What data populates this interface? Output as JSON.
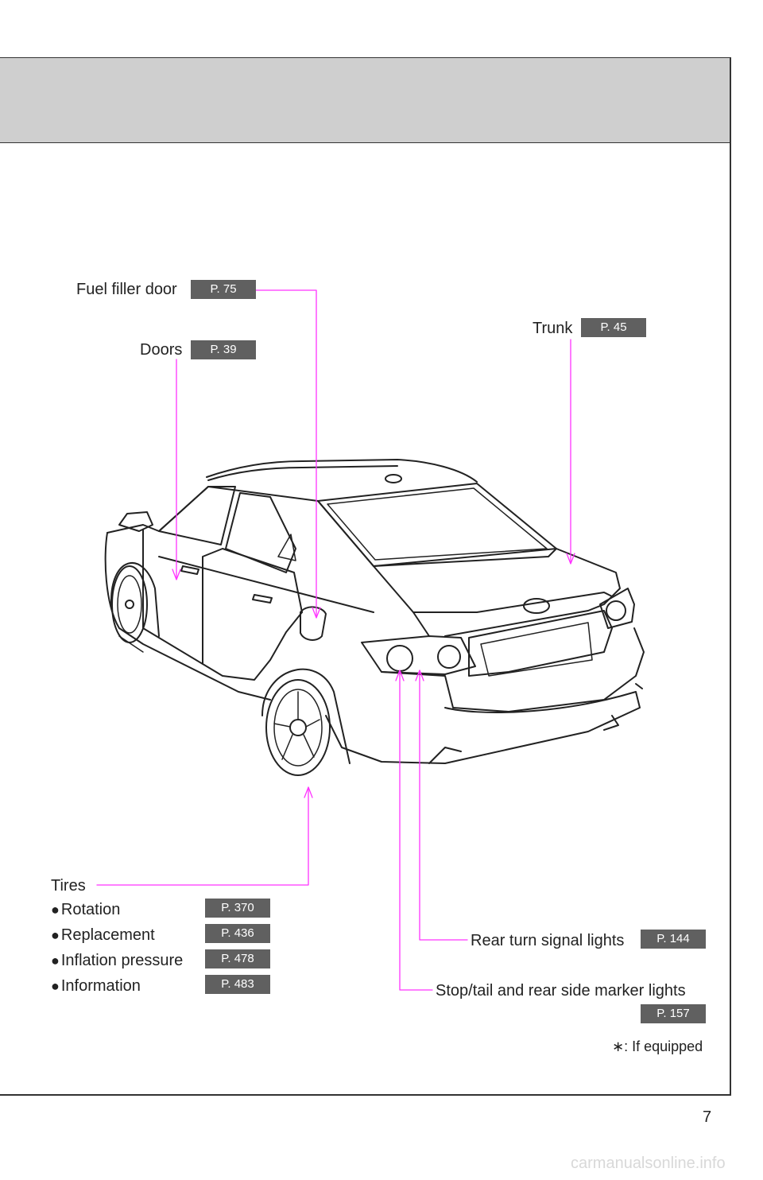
{
  "callouts": {
    "fuel": {
      "label": "Fuel filler door",
      "page": "P. 75"
    },
    "doors": {
      "label": "Doors",
      "page": "P. 39"
    },
    "trunk": {
      "label": "Trunk",
      "page": "P. 45"
    },
    "tires": {
      "label": "Tires"
    },
    "rotation": {
      "label": "Rotation",
      "page": "P. 370"
    },
    "replacement": {
      "label": "Replacement",
      "page": "P. 436"
    },
    "inflation": {
      "label": "Inflation pressure",
      "page": "P. 478"
    },
    "information": {
      "label": "Information",
      "page": "P. 483"
    },
    "rear_turn": {
      "label": "Rear turn signal lights",
      "page": "P. 144"
    },
    "stop_tail": {
      "label": "Stop/tail and rear side marker lights",
      "page": "P. 157"
    }
  },
  "bullet_symbol": "●",
  "footnote": "∗: If equipped",
  "page_number": "7",
  "watermark": "carmanualsonline.info",
  "colors": {
    "leader": "#ff33ff",
    "badge": "#606060",
    "header": "#cfcfcf"
  }
}
